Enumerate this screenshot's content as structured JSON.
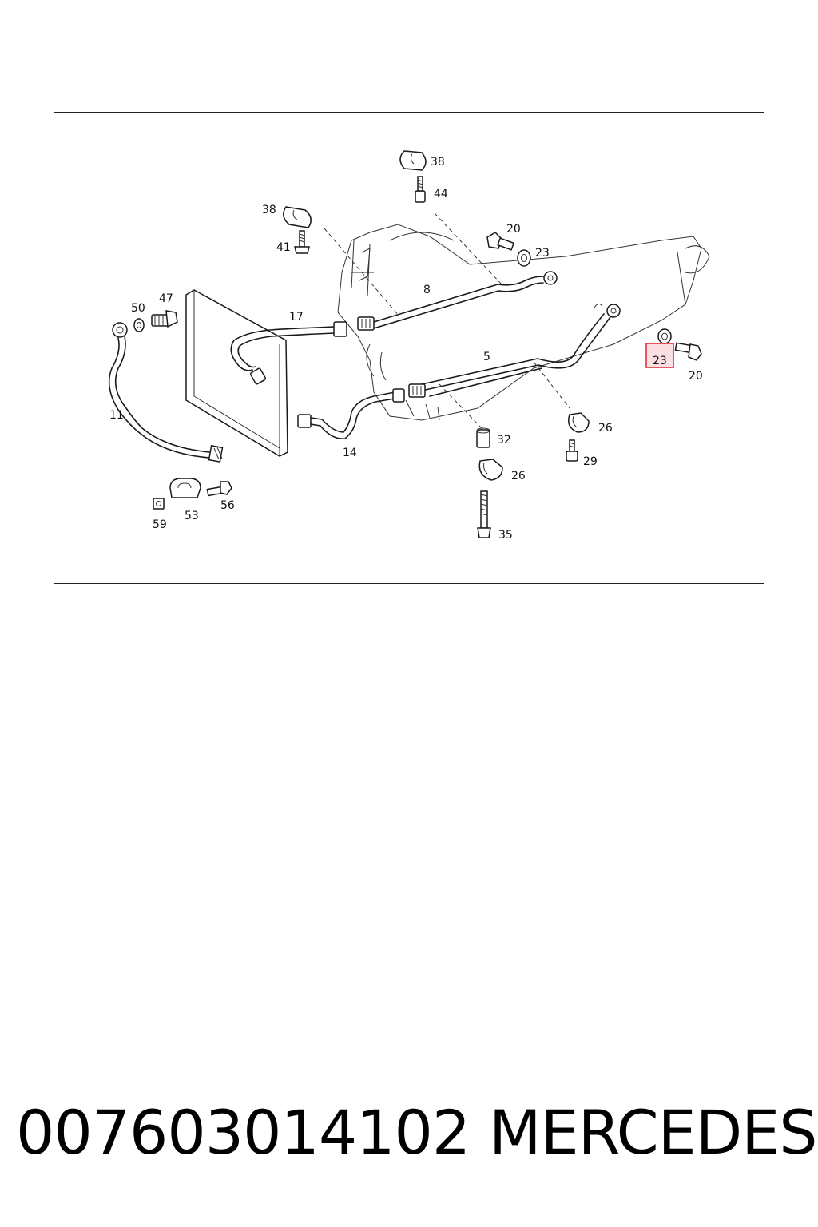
{
  "diagram": {
    "highlight_color": "#e0303a",
    "callouts": [
      {
        "id": "38a",
        "label": "38"
      },
      {
        "id": "44",
        "label": "44"
      },
      {
        "id": "38b",
        "label": "38"
      },
      {
        "id": "41",
        "label": "41"
      },
      {
        "id": "20a",
        "label": "20"
      },
      {
        "id": "23a",
        "label": "23"
      },
      {
        "id": "8",
        "label": "8"
      },
      {
        "id": "50",
        "label": "50"
      },
      {
        "id": "47",
        "label": "47"
      },
      {
        "id": "17",
        "label": "17"
      },
      {
        "id": "5",
        "label": "5"
      },
      {
        "id": "23b",
        "label": "23",
        "highlighted": true
      },
      {
        "id": "20b",
        "label": "20"
      },
      {
        "id": "11",
        "label": "11"
      },
      {
        "id": "32",
        "label": "32"
      },
      {
        "id": "26a",
        "label": "26"
      },
      {
        "id": "14",
        "label": "14"
      },
      {
        "id": "29",
        "label": "29"
      },
      {
        "id": "26b",
        "label": "26"
      },
      {
        "id": "56",
        "label": "56"
      },
      {
        "id": "53",
        "label": "53"
      },
      {
        "id": "59",
        "label": "59"
      },
      {
        "id": "35",
        "label": "35"
      }
    ]
  },
  "footer": {
    "part_number": "007603014102",
    "brand": "MERCEDES"
  }
}
